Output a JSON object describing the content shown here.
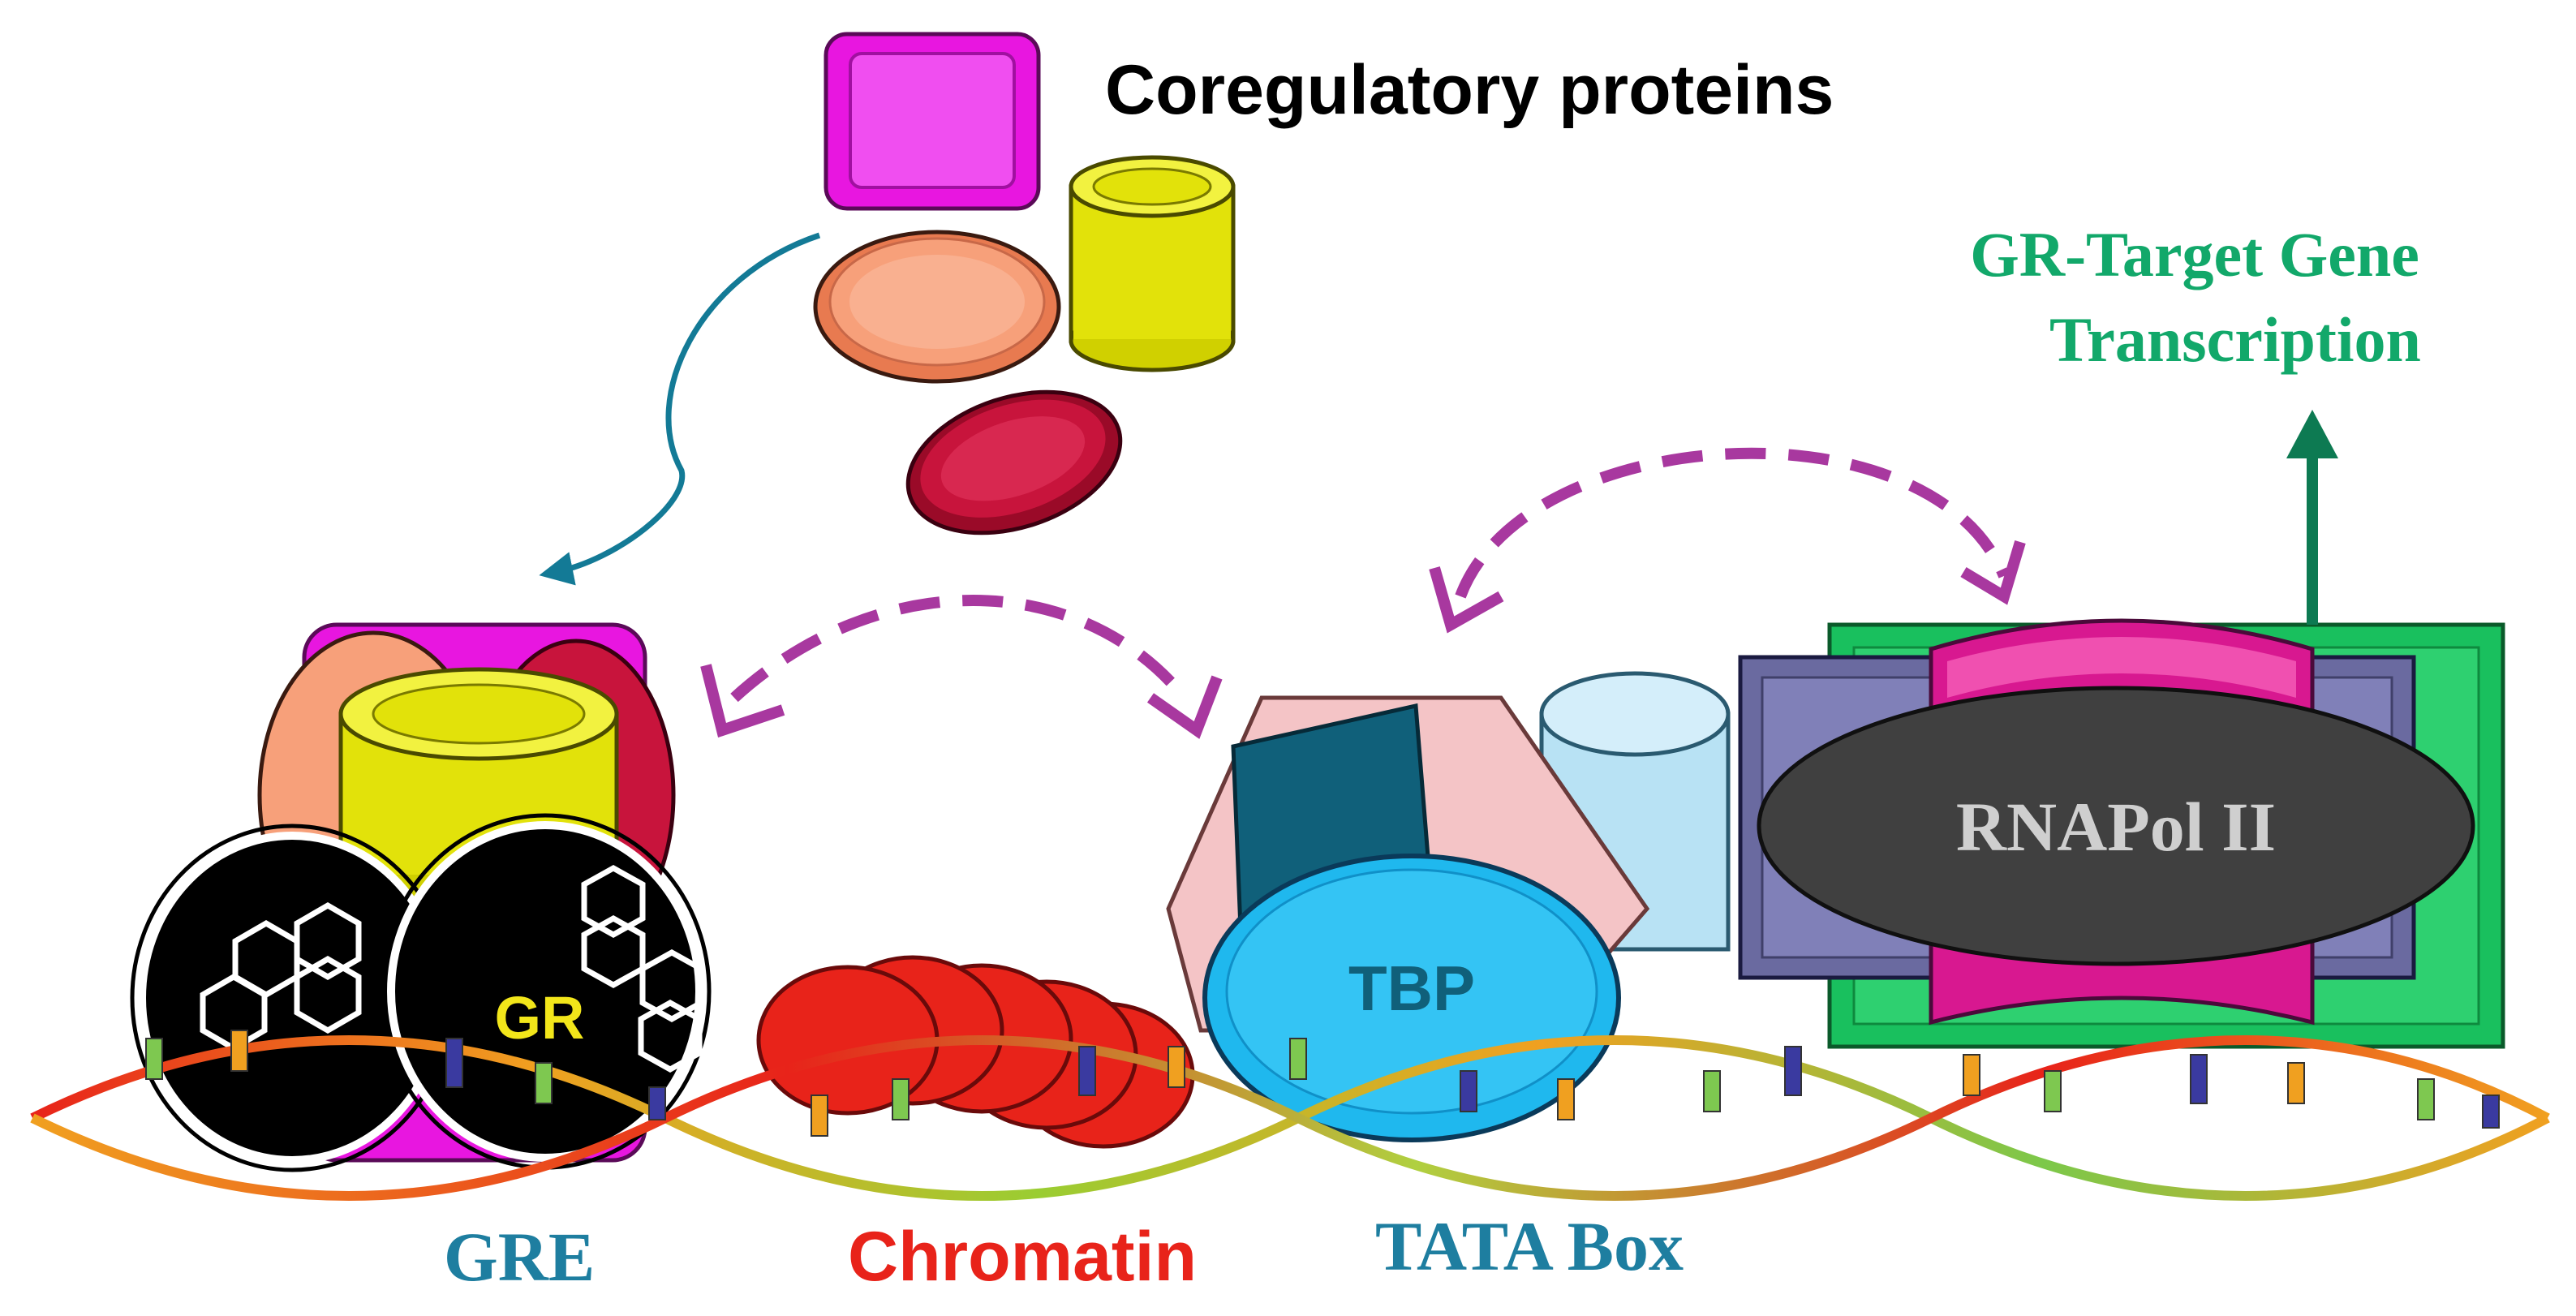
{
  "labels": {
    "coregulatory": "Coregulatory proteins",
    "target_line1": "GR-Target Gene",
    "target_line2": "Transcription",
    "gr": "GR",
    "tbp": "TBP",
    "rnapol": "RNAPol II",
    "gre": "GRE",
    "chromatin": "Chromatin",
    "tata": "TATA Box"
  },
  "colors": {
    "magenta": "#e816e0",
    "salmon": "#f7a07a",
    "yellow": "#e2e20a",
    "crimson": "#c8143c",
    "teal_arrow": "#137a96",
    "purple_dash": "#a8389f",
    "green_text": "#12a86a",
    "green_arrow": "#0d7a52",
    "label_blue": "#1e7ea0",
    "chromatin_red": "#e8231a",
    "tbp_blue": "#1fb8ee",
    "dark_teal": "#10607a",
    "pink": "#f4c4c6",
    "light_blue": "#b8e2f4",
    "green_box": "#19c05e",
    "slate": "#6a6aa0",
    "rnapol_fill": "#404040",
    "rnapol_text": "#cfcfcf"
  }
}
